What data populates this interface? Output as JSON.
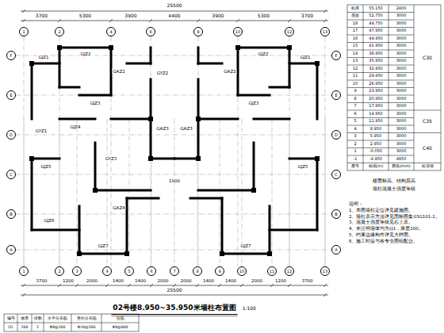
{
  "diagram": {
    "title": "02号楼8.950~35.950米墙柱布置图",
    "nodes": [
      {
        "text": [
          "1"
        ]
      },
      {
        "text": [
          "2"
        ]
      },
      {
        "text": [
          "4"
        ]
      },
      {
        "text": [
          "6"
        ]
      },
      {
        "text": [
          "8"
        ]
      },
      {
        "text": [
          "10"
        ]
      },
      {
        "text": [
          "12"
        ]
      },
      {
        "text": [
          "13"
        ]
      },
      {
        "text": [
          "F"
        ]
      },
      {
        "text": [
          "E"
        ]
      },
      {
        "text": [
          "D"
        ]
      },
      {
        "text": [
          "C"
        ]
      },
      {
        "text": [
          "B"
        ]
      },
      {
        "text": [
          "A"
        ]
      },
      {
        "text": [
          "F"
        ]
      },
      {
        "text": [
          "E"
        ]
      },
      {
        "text": [
          "D"
        ]
      },
      {
        "text": [
          "C"
        ]
      },
      {
        "text": [
          "B"
        ]
      },
      {
        "text": [
          "A"
        ]
      },
      {
        "text": [
          "1"
        ]
      },
      {
        "text": [
          "2"
        ]
      },
      {
        "text": [
          "3"
        ]
      },
      {
        "text": [
          "4"
        ]
      },
      {
        "text": [
          "5"
        ]
      },
      {
        "text": [
          "6"
        ]
      },
      {
        "text": [
          "7"
        ]
      },
      {
        "text": [
          "8"
        ]
      },
      {
        "text": [
          "9"
        ]
      },
      {
        "text": [
          "10"
        ]
      },
      {
        "text": [
          "11"
        ]
      },
      {
        "text": [
          "12"
        ]
      },
      {
        "text": [
          "13"
        ]
      }
    ],
    "labels": [
      "25500",
      "3700",
      "5300",
      "3900",
      "4400",
      "3900",
      "5300",
      "3700",
      "3700",
      "1200",
      "2000",
      "1400",
      "1400",
      "2000",
      "2000",
      "1400",
      "1400",
      "2000",
      "1200",
      "3700",
      "25500",
      "GJZ1",
      "GYZ1",
      "GJZ2",
      "GAZ2",
      "GJZ3",
      "GYZ2",
      "GJZ4",
      "GAZ3",
      "GJZ5",
      "GYZ3",
      "GJZ6",
      "GAZ4",
      "GJZ7",
      "GJZ1",
      "GJZ2",
      "GAZ2",
      "GJZ3",
      "GAZ3",
      "GJZ5",
      "GJZ7",
      "1900",
      "1:100",
      "机房",
      "55.150",
      "2400",
      "屋面",
      "52.750",
      "3000",
      "18",
      "49.750",
      "3000",
      "17",
      "47.950",
      "3000",
      "16",
      "44.950",
      "3000",
      "15",
      "41.950",
      "3000",
      "14",
      "38.950",
      "3000",
      "13",
      "35.950",
      "3000",
      "12",
      "32.950",
      "3000",
      "11",
      "29.950",
      "3000",
      "10",
      "26.950",
      "3000",
      "9",
      "23.950",
      "3000",
      "8",
      "20.950",
      "3000",
      "7",
      "17.950",
      "3000",
      "6",
      "14.950",
      "3000",
      "5",
      "11.950",
      "3000",
      "4",
      "8.950",
      "3000",
      "3",
      "5.950",
      "3000",
      "2",
      "2.950",
      "3000",
      "1",
      "-0.050",
      "3000",
      "-1",
      "-4.950",
      "4950",
      "层号",
      "标高(m)",
      "层高(mm)",
      "砼等级",
      "C30",
      "C35",
      "C40",
      "楼面标高、结构层高",
      "墙柱混凝土强度等级",
      "说明：",
      "1、本图墙柱定位详见建施图。",
      "2、墙柱表示方法详见国标图集03G101-1。",
      "3、混凝土强度等级见右上表。",
      "4、未注明墙体均为Q1，厚度200。",
      "5、约束边缘构件详见大样图。",
      "6、施工时应与各专业图纸配合。",
      "编号",
      "墙厚",
      "排数",
      "水平分布筋",
      "竖向分布筋",
      "拉筋",
      "Q1",
      "200",
      "2",
      "Φ8@200",
      "Φ10@200",
      "Φ6@600"
    ]
  }
}
